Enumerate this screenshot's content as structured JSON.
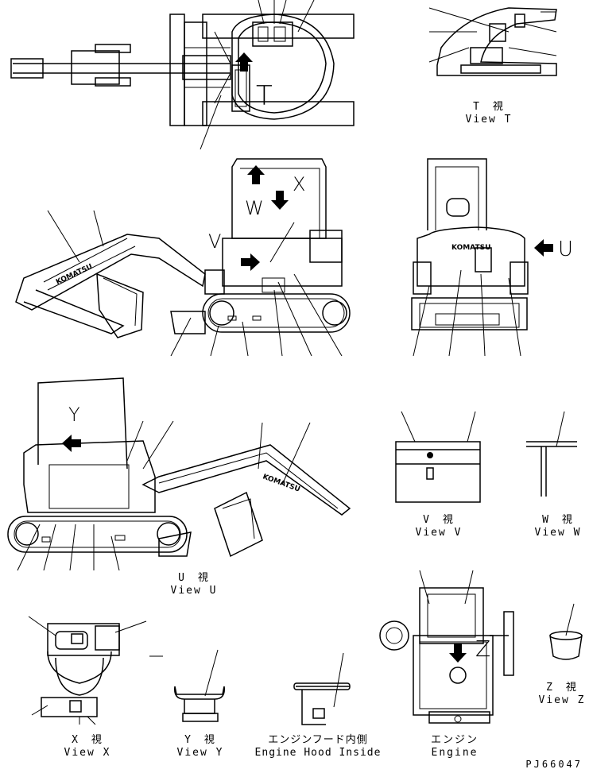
{
  "views": {
    "t": {
      "jp": "T　視",
      "en": "View T",
      "letter": "T"
    },
    "u": {
      "jp": "U　視",
      "en": "View U",
      "letter": "U"
    },
    "v": {
      "jp": "V　視",
      "en": "View V",
      "letter": "V"
    },
    "w": {
      "jp": "W　視",
      "en": "View W",
      "letter": "W"
    },
    "x": {
      "jp": "X　視",
      "en": "View X",
      "letter": "X"
    },
    "y": {
      "jp": "Y　視",
      "en": "View Y",
      "letter": "Y"
    },
    "z": {
      "jp": "Z　視",
      "en": "View Z",
      "letter": "Z"
    },
    "hood": {
      "jp": "エンジンフード内側",
      "en": "Engine Hood Inside"
    },
    "engine": {
      "jp": "エンジン",
      "en": "Engine"
    }
  },
  "brand_text": "KOMATSU",
  "drawing_code": "PJ66047"
}
